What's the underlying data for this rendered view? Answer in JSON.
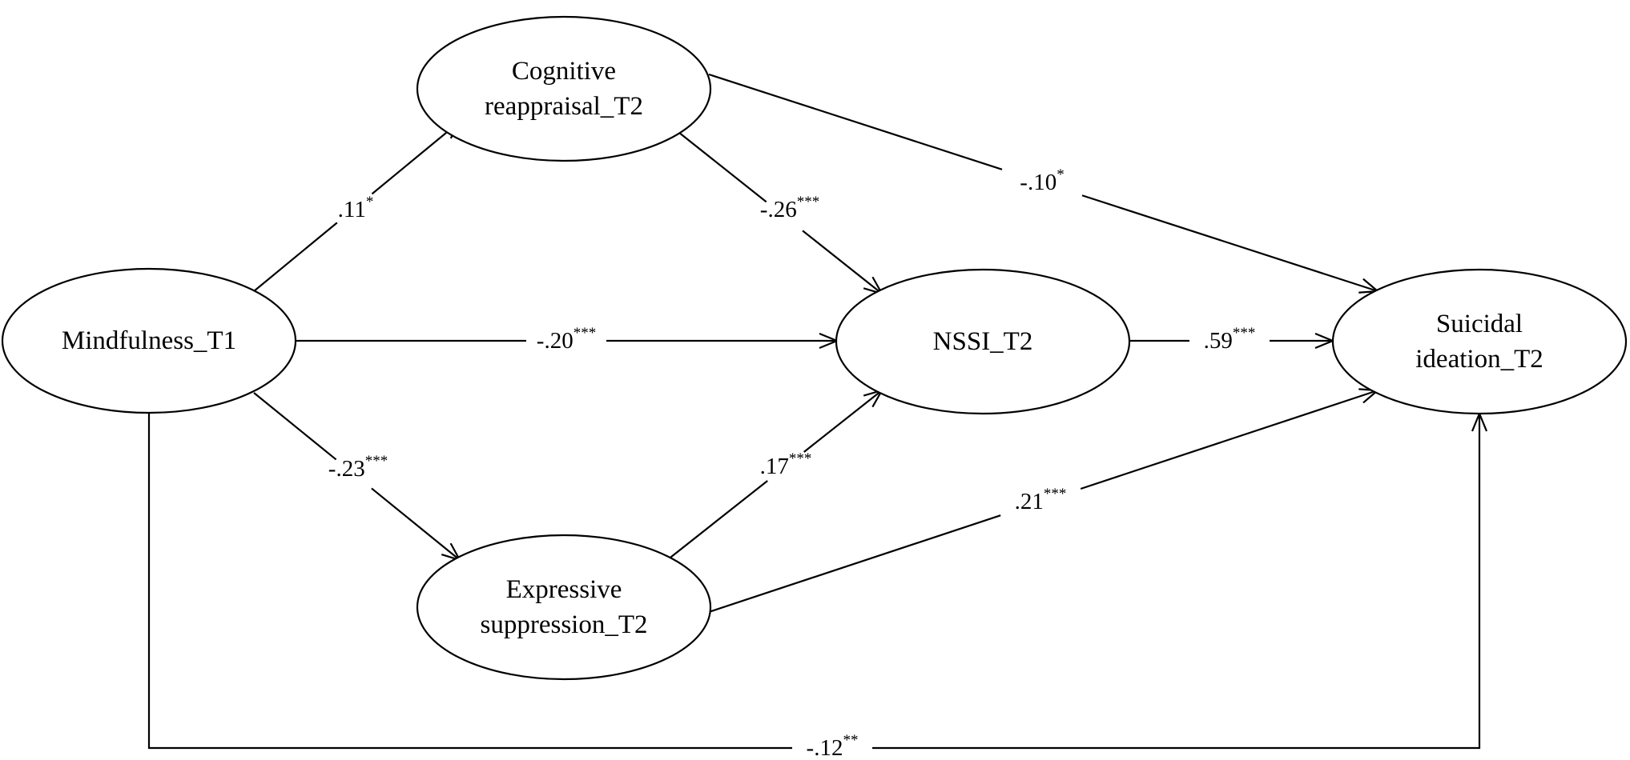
{
  "nodes": [
    {
      "id": "mindfulness",
      "lines": [
        "Mindfulness_T1"
      ]
    },
    {
      "id": "reappraisal",
      "lines": [
        "Cognitive",
        "reappraisal_T2"
      ]
    },
    {
      "id": "suppression",
      "lines": [
        "Expressive",
        "suppression_T2"
      ]
    },
    {
      "id": "nssi",
      "lines": [
        "NSSI_T2"
      ]
    },
    {
      "id": "suicidal",
      "lines": [
        "Suicidal",
        "ideation_T2"
      ]
    }
  ],
  "edges": [
    {
      "id": "mind-reap",
      "from": "mindfulness",
      "to": "reappraisal",
      "coef": ".11",
      "sig": "*"
    },
    {
      "id": "mind-nssi",
      "from": "mindfulness",
      "to": "nssi",
      "coef": "-.20",
      "sig": "***"
    },
    {
      "id": "mind-supp",
      "from": "mindfulness",
      "to": "suppression",
      "coef": "-.23",
      "sig": "***"
    },
    {
      "id": "reap-nssi",
      "from": "reappraisal",
      "to": "nssi",
      "coef": "-.26",
      "sig": "***"
    },
    {
      "id": "reap-suic",
      "from": "reappraisal",
      "to": "suicidal",
      "coef": "-.10",
      "sig": "*"
    },
    {
      "id": "supp-nssi",
      "from": "suppression",
      "to": "nssi",
      "coef": ".17",
      "sig": "***"
    },
    {
      "id": "supp-suic",
      "from": "suppression",
      "to": "suicidal",
      "coef": ".21",
      "sig": "***"
    },
    {
      "id": "nssi-suic",
      "from": "nssi",
      "to": "suicidal",
      "coef": ".59",
      "sig": "***"
    },
    {
      "id": "mind-suic",
      "from": "mindfulness",
      "to": "suicidal",
      "coef": "-.12",
      "sig": "**"
    }
  ]
}
